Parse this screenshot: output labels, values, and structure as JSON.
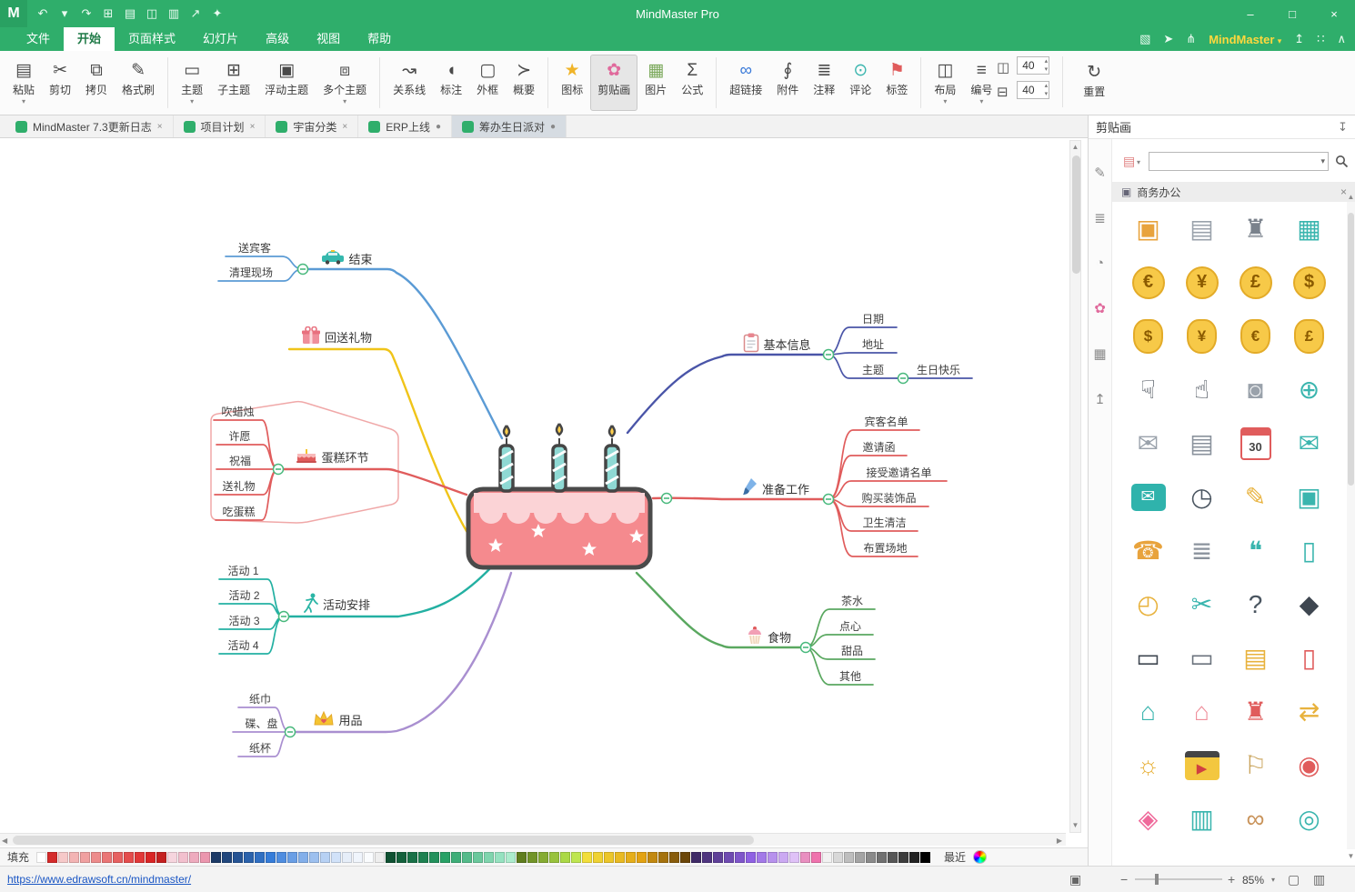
{
  "window": {
    "title": "MindMaster Pro",
    "minimize": "–",
    "maximize": "□",
    "close": "×"
  },
  "titlebar": {
    "icons": [
      {
        "name": "undo-icon",
        "gl": "↶",
        "inter": "true"
      },
      {
        "name": "undo-caret-icon",
        "gl": "▾",
        "inter": "true"
      },
      {
        "name": "redo-icon",
        "gl": "↷",
        "inter": "true"
      },
      {
        "name": "new-document-icon",
        "gl": "⊞",
        "inter": "true"
      },
      {
        "name": "open-file-icon",
        "gl": "▤",
        "inter": "true"
      },
      {
        "name": "save-icon",
        "gl": "◫",
        "inter": "true"
      },
      {
        "name": "print-icon",
        "gl": "▥",
        "inter": "true"
      },
      {
        "name": "export-icon",
        "gl": "↗",
        "inter": "true"
      },
      {
        "name": "more-tools-icon",
        "gl": "✦",
        "inter": "true"
      }
    ]
  },
  "menu": {
    "tabs": [
      {
        "label": "文件",
        "name": "menu-tab-file",
        "inter": "true"
      },
      {
        "label": "开始",
        "cls": "active",
        "name": "menu-tab-home",
        "inter": "true"
      },
      {
        "label": "页面样式",
        "name": "menu-tab-page-style",
        "inter": "true"
      },
      {
        "label": "幻灯片",
        "name": "menu-tab-slides",
        "inter": "true"
      },
      {
        "label": "高级",
        "name": "menu-tab-advanced",
        "inter": "true"
      },
      {
        "label": "视图",
        "name": "menu-tab-view",
        "inter": "true"
      },
      {
        "label": "帮助",
        "name": "menu-tab-help",
        "inter": "true"
      }
    ],
    "right_icons": [
      {
        "name": "device-view-icon",
        "gl": "▧",
        "inter": "true"
      },
      {
        "name": "send-icon",
        "gl": "➤",
        "inter": "true"
      },
      {
        "name": "share-icon",
        "gl": "⋔",
        "inter": "true"
      }
    ],
    "brand": "MindMaster",
    "brand_caret": "▾",
    "right_icons2": [
      {
        "name": "upgrade-icon",
        "gl": "↥",
        "inter": "true"
      },
      {
        "name": "community-icon",
        "gl": "∷",
        "inter": "true"
      },
      {
        "name": "collapse-ribbon-icon",
        "gl": "∧",
        "inter": "true"
      }
    ]
  },
  "ribbon": {
    "items": [
      {
        "label": "粘贴",
        "gl": "▤",
        "caret": "▾",
        "name": "paste-button",
        "inter": "true"
      },
      {
        "label": "剪切",
        "gl": "✂",
        "name": "cut-button",
        "inter": "true"
      },
      {
        "label": "拷贝",
        "gl": "⧉",
        "name": "copy-button",
        "inter": "true"
      },
      {
        "label": "格式刷",
        "gl": "✎",
        "name": "format-painter-button",
        "inter": "true"
      },
      {
        "cls": "sep",
        "name": "ribbon-separator",
        "inter": "false"
      },
      {
        "label": "主题",
        "gl": "▭",
        "caret": "▾",
        "name": "topic-button",
        "inter": "true"
      },
      {
        "label": "子主题",
        "gl": "⊞",
        "name": "subtopic-button",
        "inter": "true"
      },
      {
        "label": "浮动主题",
        "gl": "▣",
        "name": "floating-topic-button",
        "inter": "true"
      },
      {
        "label": "多个主题",
        "gl": "⧈",
        "caret": "▾",
        "name": "multiple-topics-button",
        "inter": "true"
      },
      {
        "cls": "sep",
        "name": "ribbon-separator",
        "inter": "false"
      },
      {
        "label": "关系线",
        "gl": "↝",
        "name": "relationship-button",
        "inter": "true"
      },
      {
        "label": "标注",
        "gl": "◖",
        "name": "callout-button",
        "inter": "true"
      },
      {
        "label": "外框",
        "gl": "▢",
        "name": "boundary-button",
        "inter": "true"
      },
      {
        "label": "概要",
        "gl": "≻",
        "name": "summary-button",
        "inter": "true"
      },
      {
        "cls": "sep",
        "name": "ribbon-separator",
        "inter": "false"
      },
      {
        "label": "图标",
        "gl": "★",
        "color": "#f0b429",
        "name": "icon-marker-button",
        "inter": "true"
      },
      {
        "label": "剪贴画",
        "gl": "✿",
        "color": "#e06a9c",
        "cls": "active",
        "name": "clipart-button",
        "inter": "true"
      },
      {
        "label": "图片",
        "gl": "▦",
        "color": "#7aa85a",
        "name": "picture-button",
        "inter": "true"
      },
      {
        "label": "公式",
        "gl": "Σ",
        "name": "formula-button",
        "inter": "true"
      },
      {
        "cls": "sep",
        "name": "ribbon-separator",
        "inter": "false"
      },
      {
        "label": "超链接",
        "gl": "∞",
        "color": "#3a7ad9",
        "name": "hyperlink-button",
        "inter": "true"
      },
      {
        "label": "附件",
        "gl": "∮",
        "name": "attachment-button",
        "inter": "true"
      },
      {
        "label": "注释",
        "gl": "≣",
        "name": "note-button",
        "inter": "true"
      },
      {
        "label": "评论",
        "gl": "⊙",
        "color": "#3ab5ae",
        "name": "comment-button",
        "inter": "true"
      },
      {
        "label": "标签",
        "gl": "⚑",
        "color": "#e05c5c",
        "name": "tag-button",
        "inter": "true"
      },
      {
        "cls": "sep",
        "name": "ribbon-separator",
        "inter": "false"
      },
      {
        "label": "布局",
        "gl": "◫",
        "caret": "▾",
        "name": "layout-button",
        "inter": "true"
      },
      {
        "label": "编号",
        "gl": "≡",
        "caret": "▾",
        "name": "numbering-button",
        "inter": "true"
      }
    ],
    "grid_icon1": "◫",
    "grid_icon2": "⊟",
    "width_value": "40",
    "height_value": "40",
    "spin_up": "▴",
    "spin_down": "▾",
    "reset_glyph": "↻",
    "reset_label": "重置"
  },
  "doc_tabs": [
    {
      "label": "MindMaster 7.3更新日志",
      "mark": "×",
      "name": "doc-tab-changelog",
      "inter": "true"
    },
    {
      "label": "项目计划",
      "mark": "×",
      "name": "doc-tab-project-plan",
      "inter": "true"
    },
    {
      "label": "宇宙分类",
      "mark": "×",
      "name": "doc-tab-universe",
      "inter": "true"
    },
    {
      "label": "ERP上线",
      "mark": "●",
      "name": "doc-tab-erp",
      "inter": "true"
    },
    {
      "label": "筹办生日派对",
      "mark": "●",
      "cls": "active",
      "name": "doc-tab-birthday-party",
      "inter": "true"
    }
  ],
  "mindmap": {
    "end": "结束",
    "see_off": "送宾客",
    "cleanup": "清理现场",
    "return_gift": "回送礼物",
    "cake_part": "蛋糕环节",
    "blow_candles": "吹蜡烛",
    "make_wish": "许愿",
    "blessing": "祝福",
    "give_gifts": "送礼物",
    "eat_cake": "吃蛋糕",
    "activities": "活动安排",
    "activity1": "活动 1",
    "activity2": "活动 2",
    "activity3": "活动 3",
    "activity4": "活动 4",
    "supplies": "用品",
    "tissue": "纸巾",
    "plates": "碟、盘",
    "paper_cups": "纸杯",
    "basic_info": "基本信息",
    "date": "日期",
    "address": "地址",
    "theme": "主题",
    "happy_birthday": "生日快乐",
    "preparation": "准备工作",
    "guest_list": "宾客名单",
    "invitation": "邀请函",
    "accept_list": "接受邀请名单",
    "buy_decorations": "购买装饰品",
    "cleaning": "卫生清洁",
    "venue_setup": "布置场地",
    "food": "食物",
    "tea": "茶水",
    "snacks": "点心",
    "dessert": "甜品",
    "others": "其他"
  },
  "panel": {
    "title": "剪贴画",
    "pin": "↧",
    "source_icon": "▤",
    "source_caret": "▾",
    "combo_caret": "▾",
    "category": "商务办公",
    "category_icon": "▣",
    "category_close": "×",
    "strip": [
      {
        "name": "style-pane-icon",
        "gl": "✎",
        "inter": "true"
      },
      {
        "name": "outline-pane-icon",
        "gl": "≣",
        "inter": "true"
      },
      {
        "name": "history-pane-icon",
        "gl": "◔",
        "inter": "true"
      },
      {
        "name": "clipart-pane-icon",
        "gl": "✿",
        "cls": "active",
        "inter": "true"
      },
      {
        "name": "task-pane-icon",
        "gl": "▦",
        "inter": "true"
      },
      {
        "name": "export-pane-icon",
        "gl": "↥",
        "inter": "true"
      }
    ],
    "items": [
      {
        "name": "id-badge-icon",
        "gl": "▣",
        "color": "#e8a33d",
        "inter": "true"
      },
      {
        "name": "resume-icon",
        "gl": "▤",
        "color": "#9aa2ab",
        "inter": "true"
      },
      {
        "name": "stamp-icon",
        "gl": "♜",
        "color": "#7a828c",
        "inter": "true"
      },
      {
        "name": "printer-icon",
        "gl": "▦",
        "color": "#3ab5ae",
        "inter": "true"
      },
      {
        "name": "euro-coin-icon",
        "gl": "€",
        "cls": "coin",
        "inter": "true"
      },
      {
        "name": "yen-coin-icon",
        "gl": "¥",
        "cls": "coin",
        "inter": "true"
      },
      {
        "name": "pound-coin-icon",
        "gl": "£",
        "cls": "coin",
        "inter": "true"
      },
      {
        "name": "dollar-coin-icon",
        "gl": "$",
        "cls": "coin",
        "inter": "true"
      },
      {
        "name": "dollar-moneybag-icon",
        "gl": "$",
        "cls": "bag",
        "inter": "true"
      },
      {
        "name": "yen-moneybag-icon",
        "gl": "¥",
        "cls": "bag",
        "inter": "true"
      },
      {
        "name": "euro-moneybag-icon",
        "gl": "€",
        "cls": "bag",
        "inter": "true"
      },
      {
        "name": "pound-moneybag-icon",
        "gl": "£",
        "cls": "bag",
        "inter": "true"
      },
      {
        "name": "thumbs-down-icon",
        "gl": "☟",
        "color": "#3e4650",
        "inter": "true"
      },
      {
        "name": "thumbs-up-icon",
        "gl": "☝",
        "color": "#3e4650",
        "inter": "true"
      },
      {
        "name": "computer-mouse-icon",
        "gl": "◙",
        "color": "#9aa2ab",
        "inter": "true"
      },
      {
        "name": "globe-icon",
        "gl": "⊕",
        "color": "#3ab5ae",
        "inter": "true"
      },
      {
        "name": "open-envelope-icon",
        "gl": "✉",
        "color": "#9aa2ab",
        "inter": "true"
      },
      {
        "name": "document-icon",
        "gl": "▤",
        "color": "#8a929c",
        "inter": "true"
      },
      {
        "name": "calendar-30-icon",
        "gl": "30",
        "cls": "cal",
        "inter": "true"
      },
      {
        "name": "inbox-mail-icon",
        "gl": "✉",
        "color": "#3ab5ae",
        "inter": "true"
      },
      {
        "name": "email-icon",
        "gl": "✉",
        "cls": "mailbox",
        "inter": "true"
      },
      {
        "name": "clock-icon",
        "gl": "◷",
        "color": "#4a5560",
        "inter": "true"
      },
      {
        "name": "pencil-icon",
        "gl": "✎",
        "color": "#e8b23d",
        "inter": "true"
      },
      {
        "name": "briefcase-icon",
        "gl": "▣",
        "color": "#3ab5ae",
        "inter": "true"
      },
      {
        "name": "phone-hand-icon",
        "gl": "☎",
        "color": "#e8a33d",
        "inter": "true"
      },
      {
        "name": "document-list-icon",
        "gl": "≣",
        "color": "#8a929c",
        "inter": "true"
      },
      {
        "name": "chat-bubbles-icon",
        "gl": "❝",
        "color": "#3ab5ae",
        "inter": "true"
      },
      {
        "name": "smartphone-icon",
        "gl": "▯",
        "color": "#3ab5ae",
        "inter": "true"
      },
      {
        "name": "alarm-clock-icon",
        "gl": "◴",
        "color": "#e8b23d",
        "inter": "true"
      },
      {
        "name": "scissors-icon",
        "gl": "✂",
        "color": "#3ab5ae",
        "inter": "true"
      },
      {
        "name": "question-head-icon",
        "gl": "?",
        "color": "#4a5560",
        "inter": "true"
      },
      {
        "name": "necktie-icon",
        "gl": "◆",
        "color": "#3e4650",
        "inter": "true"
      },
      {
        "name": "monitor-icon",
        "gl": "▭",
        "color": "#3e4650",
        "inter": "true"
      },
      {
        "name": "laptop-icon",
        "gl": "▭",
        "color": "#6a727c",
        "inter": "true"
      },
      {
        "name": "card-reader-icon",
        "gl": "▤",
        "color": "#e8b23d",
        "inter": "true"
      },
      {
        "name": "mobile-shopping-icon",
        "gl": "▯",
        "color": "#e05c5c",
        "inter": "true"
      },
      {
        "name": "house-icon",
        "gl": "⌂",
        "color": "#3ab5ae",
        "inter": "true"
      },
      {
        "name": "house-price-icon",
        "gl": "⌂",
        "color": "#ef8f9b",
        "inter": "true"
      },
      {
        "name": "bank-icon",
        "gl": "♜",
        "color": "#e05c5c",
        "inter": "true"
      },
      {
        "name": "currency-exchange-icon",
        "gl": "⇄",
        "color": "#e8b23d",
        "inter": "true"
      },
      {
        "name": "idea-bulb-icon",
        "gl": "☼",
        "color": "#e8b23d",
        "inter": "true"
      },
      {
        "name": "clapperboard-icon",
        "gl": "▶",
        "cls": "clap",
        "inter": "true"
      },
      {
        "name": "map-icon",
        "gl": "⚐",
        "color": "#c9a35a",
        "inter": "true"
      },
      {
        "name": "location-pin-icon",
        "gl": "◉",
        "color": "#e05c5c",
        "inter": "true"
      },
      {
        "name": "price-tag-icon",
        "gl": "◈",
        "color": "#ef6a9b",
        "inter": "true"
      },
      {
        "name": "shopping-bag-icon",
        "gl": "▥",
        "color": "#3ab5ae",
        "inter": "true"
      },
      {
        "name": "handshake-icon",
        "gl": "∞",
        "color": "#c9935a",
        "inter": "true"
      },
      {
        "name": "target-icon",
        "gl": "◎",
        "color": "#3ab5ae",
        "inter": "true"
      }
    ]
  },
  "palette": {
    "label": "填充",
    "recent": "最近",
    "colors": [
      "#ffffff",
      "#d42a2a",
      "#f6c9c9",
      "#f3b4b4",
      "#f0a0a0",
      "#ed8b8b",
      "#ea7676",
      "#e76161",
      "#e44d4d",
      "#e13838",
      "#d92525",
      "#c42020",
      "#f6d5de",
      "#f2c0ce",
      "#eeabbe",
      "#eb96ae",
      "#1c3a66",
      "#21477d",
      "#265494",
      "#2b62ab",
      "#306fc2",
      "#357cd9",
      "#4f8de0",
      "#699ee5",
      "#83afea",
      "#9dc0ef",
      "#b7d1f4",
      "#d1e2f9",
      "#e6eef9",
      "#f0f5fc",
      "#fafcfe",
      "#eeeeee",
      "#0f5132",
      "#14613c",
      "#197147",
      "#1e8151",
      "#23915c",
      "#28a166",
      "#3eae78",
      "#54bb8a",
      "#6ac89c",
      "#80d5ae",
      "#96e2c0",
      "#aceccd",
      "#5f7d1e",
      "#729428",
      "#85ab32",
      "#98c23c",
      "#abd946",
      "#bee650",
      "#f2de3a",
      "#efd232",
      "#ecc62a",
      "#e9ba22",
      "#e6ae1a",
      "#e3a212",
      "#c2880f",
      "#a5720d",
      "#885c0b",
      "#6b4609",
      "#3f2a66",
      "#4f357f",
      "#5f4098",
      "#6f4bb1",
      "#7f56ca",
      "#8f61e3",
      "#a379e8",
      "#b791ed",
      "#cba9f2",
      "#dfc1f7",
      "#e98fc0",
      "#ef72ad",
      "#f2f2f2",
      "#d8d8d8",
      "#bebebe",
      "#a4a4a4",
      "#8a8a8a",
      "#707070",
      "#565656",
      "#3c3c3c",
      "#222222",
      "#000000"
    ]
  },
  "scroll": {
    "up": "▲",
    "down": "▼",
    "left": "◀",
    "right": "▶"
  },
  "status": {
    "url": "https://www.edrawsoft.cn/mindmaster/",
    "fit_icon": "▣",
    "minus": "−",
    "plus": "+",
    "zoom": "85%",
    "zoom_caret": "▾",
    "fullscreen_icon": "▢",
    "pageview_icon": "▥"
  }
}
